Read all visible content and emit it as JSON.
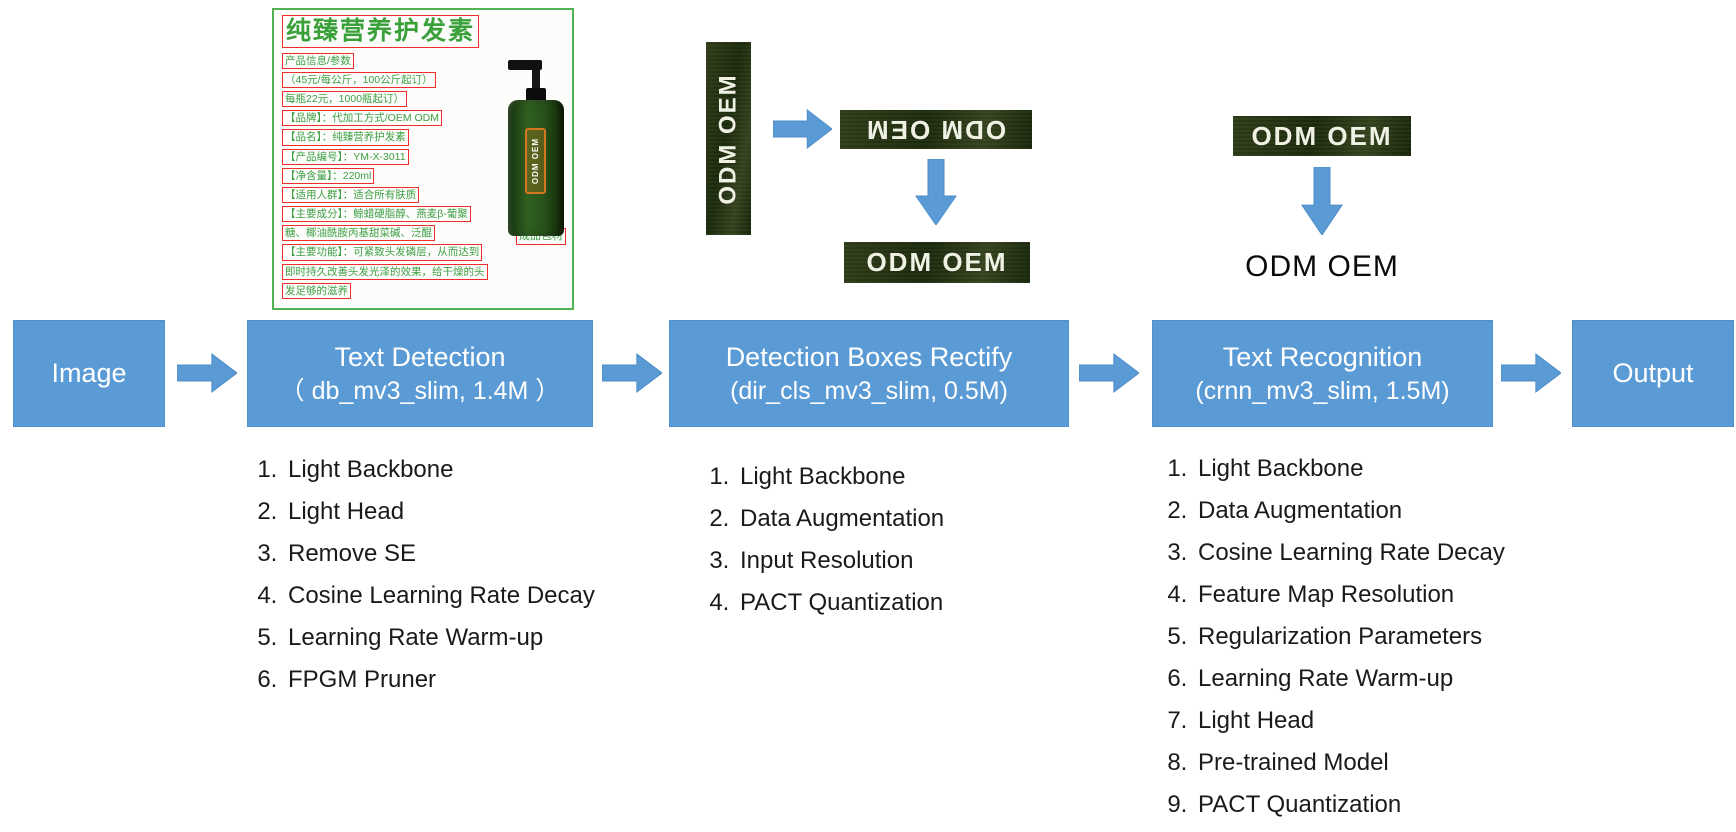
{
  "colors": {
    "flow_blue": "#5B9BD5",
    "detection_box_red": "#EF2D2D",
    "card_border_green": "#52B152",
    "crop_background_green": "#243313",
    "list_text": "#1A1A1A"
  },
  "product_card": {
    "title": "纯臻营养护发素",
    "lines_narrow": [
      "产品信息/参数",
      "（45元/每公斤，100公斤起订）",
      "每瓶22元，1000瓶起订）",
      "【品牌】：代加工方式/OEM ODM",
      "【品名】：纯臻营养护发素",
      "【产品编号】：YM-X-3011",
      "【净含量】：220ml",
      "【适用人群】：适合所有肤质",
      "【主要成分】：鲸蜡硬脂醇、燕麦β-葡聚",
      "糖、椰油酰胺丙基甜菜碱、泛醌"
    ],
    "lines_wide": [
      "【主要功能】：可紧致头发磷层，从而达到",
      "即时持久改善头发光泽的效果，给干燥的头",
      "发足够的滋养"
    ],
    "side_label": "成品包材",
    "bottle_label": "ODM OEM"
  },
  "rectify_demo": {
    "vertical_label": "ODM OEM",
    "flipped_label": "ODM OEM",
    "rectified_label": "ODM OEM"
  },
  "recognition_demo": {
    "image_label": "ODM OEM",
    "result_text": "ODM OEM"
  },
  "pipeline": {
    "boxes": [
      {
        "title": "Image",
        "subtitle": ""
      },
      {
        "title": "Text Detection",
        "subtitle": "（ db_mv3_slim, 1.4M ）"
      },
      {
        "title": "Detection Boxes Rectify",
        "subtitle": "(dir_cls_mv3_slim, 0.5M)"
      },
      {
        "title": "Text Recognition",
        "subtitle": "(crnn_mv3_slim, 1.5M)"
      },
      {
        "title": "Output",
        "subtitle": ""
      }
    ]
  },
  "lists": {
    "detection": [
      "Light Backbone",
      "Light Head",
      "Remove SE",
      "Cosine Learning Rate Decay",
      "Learning Rate Warm-up",
      "FPGM Pruner"
    ],
    "rectify": [
      "Light Backbone",
      "Data Augmentation",
      "Input Resolution",
      "PACT Quantization"
    ],
    "recognition": [
      "Light Backbone",
      "Data Augmentation",
      "Cosine Learning Rate Decay",
      "Feature Map Resolution",
      "Regularization Parameters",
      "Learning Rate Warm-up",
      "Light Head",
      "Pre-trained Model",
      "PACT Quantization"
    ]
  }
}
